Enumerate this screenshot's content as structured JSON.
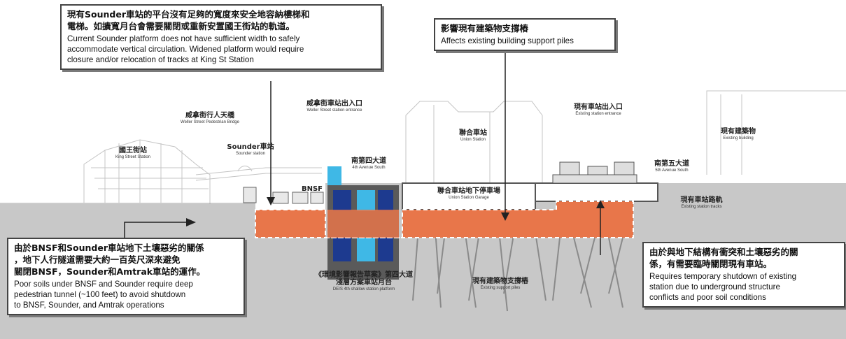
{
  "colors": {
    "ground": "#c8c8c8",
    "sky_line": "#b8b8b8",
    "excavation": "#e8764a",
    "excavation_dash": "#ffffff",
    "shaft": "#5a5a5a",
    "shaft_window": "#1d3a8f",
    "shaft_accent": "#3fb8e6",
    "callout_border": "#444444",
    "leader": "#222222"
  },
  "labels": {
    "king_street_station": {
      "zh": "國王街站",
      "en": "King Street Station"
    },
    "weller_bridge": {
      "zh": "威拿街行人天橋",
      "en": "Weller Street Pedestrian Bridge"
    },
    "sounder_station": {
      "zh": "Sounder車站",
      "en": "Sounder station"
    },
    "weller_entrance": {
      "zh": "威拿街車站出入口",
      "en": "Weller Street station entrance"
    },
    "fourth_ave": {
      "zh": "南第四大道",
      "en": "4th Avenue South"
    },
    "bnsf": {
      "zh": "BNSF"
    },
    "union_station": {
      "zh": "聯合車站",
      "en": "Union Station"
    },
    "union_garage": {
      "zh": "聯合車站地下停車場",
      "en": "Union Station Garage"
    },
    "existing_entrance": {
      "zh": "現有車站出入口",
      "en": "Existing station entrance"
    },
    "existing_building": {
      "zh": "現有建築物",
      "en": "Existing building"
    },
    "fifth_ave": {
      "zh": "南第五大道",
      "en": "5th Avenue South"
    },
    "existing_tracks": {
      "zh": "現有車站路軌",
      "en": "Existing station tracks"
    },
    "deis_platform": {
      "zh": "《環境影響報告草案》第四大道\n淺層方案車站月台",
      "en": "DEIS 4th shallow station platform"
    },
    "support_piles": {
      "zh": "現有建築物支撐樁",
      "en": "Existing support piles"
    }
  },
  "callouts": {
    "sounder_platform": {
      "zh": "現有Sounder車站的平台沒有足夠的寬度來安全地容納樓梯和\n電梯。如擴寬月台會需要關閉或重新安置國王街站的軌道。",
      "en": "Current Sounder platform does not have sufficient width to safely\naccommodate vertical circulation. Widened platform would require\nclosure and/or relocation of tracks at King St Station"
    },
    "building_piles": {
      "zh": "影響現有建築物支撐樁",
      "en": "Affects existing building support piles"
    },
    "poor_soils": {
      "zh": "由於BNSF和Sounder車站地下土壤惡劣的關係\n，地下人行隧道需要大約一百英尺深來避免\n關閉BNSF，Sounder和Amtrak車站的運作。",
      "en": "Poor soils under BNSF and Sounder require deep\npedestrian tunnel (~100 feet) to avoid shutdown\nto BNSF, Sounder, and Amtrak operations"
    },
    "temporary_shutdown": {
      "zh": "由於與地下結構有衝突和土壤惡劣的關\n係，有需要臨時關閉現有車站。",
      "en": "Requires temporary shutdown of existing\nstation due to underground structure\nconflicts and poor soil conditions"
    }
  }
}
